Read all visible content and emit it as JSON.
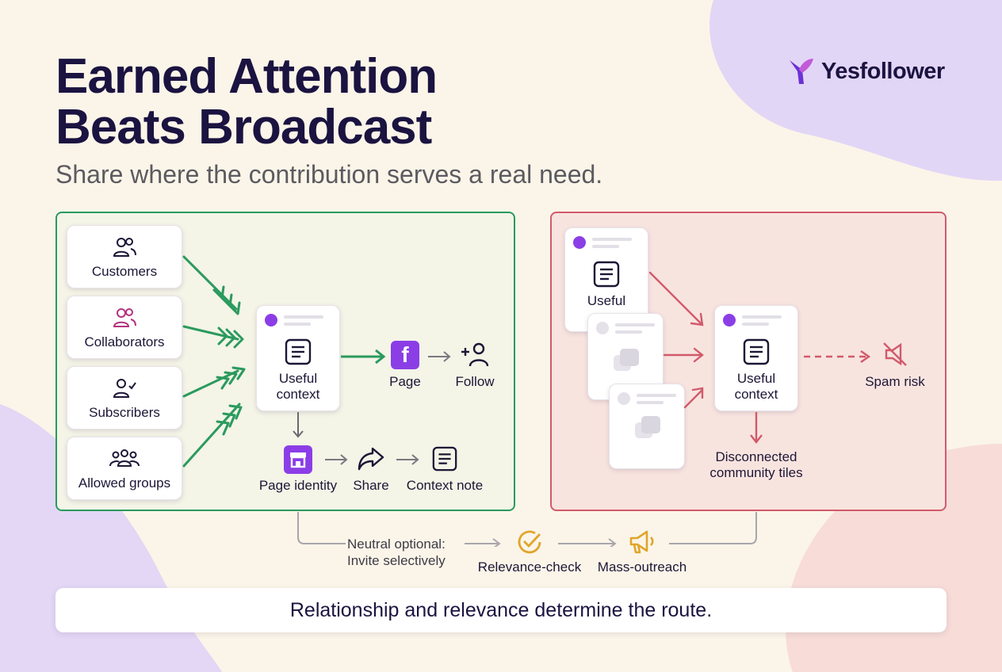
{
  "title": {
    "line1": "Earned Attention",
    "line2": "Beats Broadcast"
  },
  "subtitle": "Share where the contribution serves a real need.",
  "brand": {
    "name": "Yesfollower"
  },
  "good_panel": {
    "sources": [
      "Customers",
      "Collaborators",
      "Subscribers",
      "Allowed groups"
    ],
    "post_label": "Useful context",
    "page": "Page",
    "follow": "Follow",
    "page_identity": "Page identity",
    "share": "Share",
    "context_note": "Context note"
  },
  "bad_panel": {
    "useful": "Useful",
    "post_label": "Useful context",
    "spam": "Spam risk",
    "disconnected": "Disconnected community tiles"
  },
  "bottom_flow": {
    "neutral": "Neutral optional:",
    "invite": "Invite selectively",
    "relevance": "Relevance-check",
    "mass": "Mass-outreach"
  },
  "banner": "Relationship and relevance determine the route.",
  "colors": {
    "green": "#2a9a5d",
    "red": "#d15a6b",
    "purple": "#8b3ee6",
    "gold": "#e0a52a",
    "navy": "#1b1340"
  }
}
